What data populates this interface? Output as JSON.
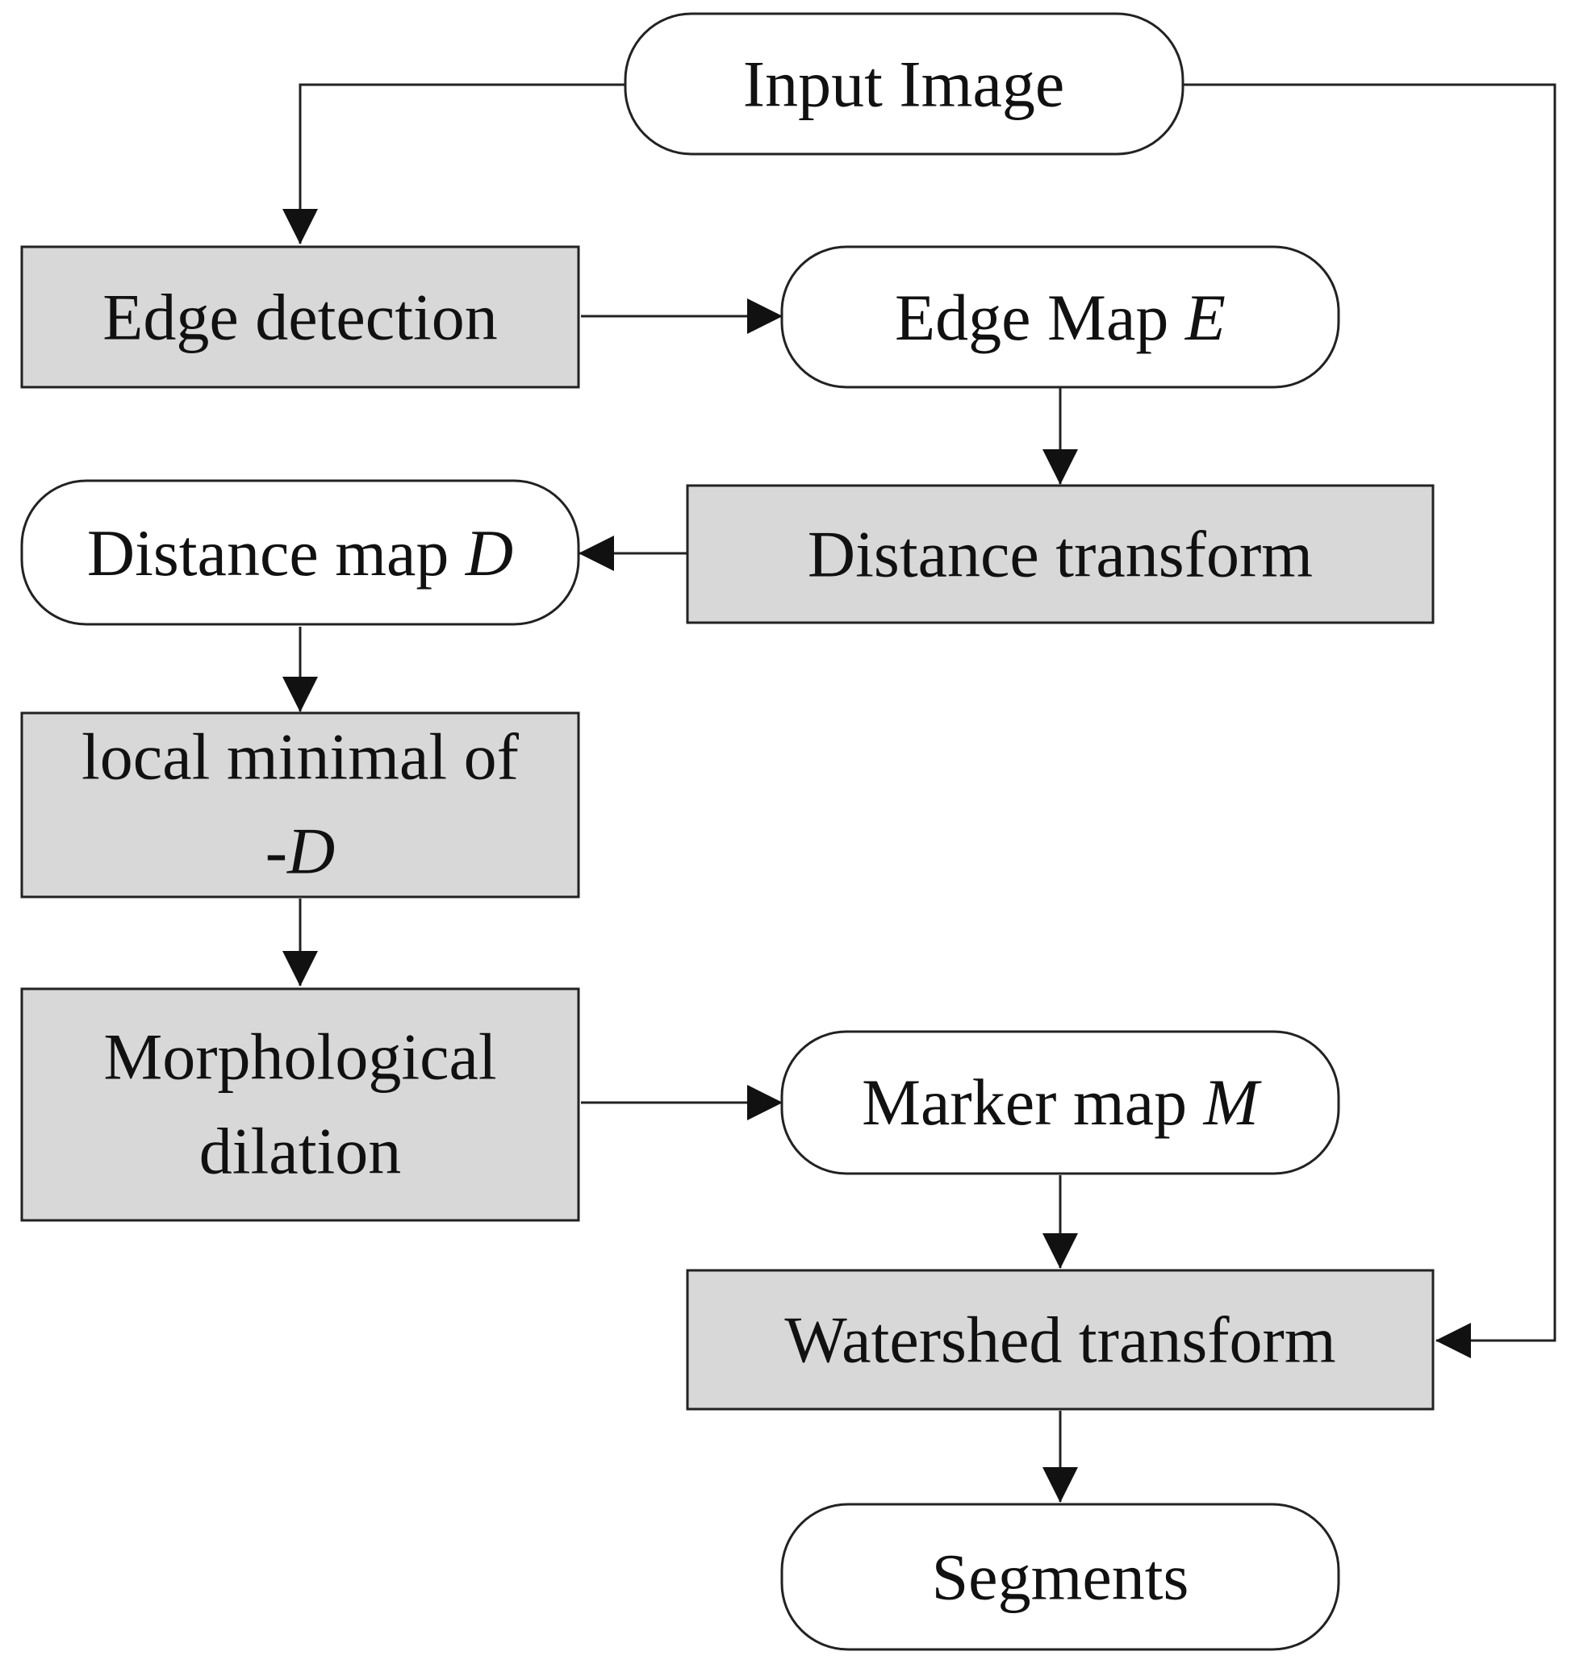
{
  "diagram": {
    "colors": {
      "process_fill": "#d8d8d8",
      "data_fill": "#ffffff",
      "stroke": "#222222"
    },
    "nodes": {
      "input_image": {
        "shape": "rounded",
        "text": "Input Image"
      },
      "edge_detection": {
        "shape": "rect",
        "text": "Edge detection"
      },
      "edge_map": {
        "shape": "rounded",
        "text": "Edge Map ",
        "var": "E"
      },
      "distance_transform": {
        "shape": "rect",
        "text": "Distance transform"
      },
      "distance_map": {
        "shape": "rounded",
        "text": "Distance map ",
        "var": "D"
      },
      "local_minimal": {
        "shape": "rect",
        "line1": "local minimal of",
        "line2": "-D"
      },
      "morphological_dilation": {
        "shape": "rect",
        "line1": "Morphological",
        "line2": "dilation"
      },
      "marker_map": {
        "shape": "rounded",
        "text": "Marker map ",
        "var": "M"
      },
      "watershed_transform": {
        "shape": "rect",
        "text": "Watershed transform"
      },
      "segments": {
        "shape": "rounded",
        "text": "Segments"
      }
    },
    "edges": [
      {
        "from": "input_image",
        "to": "edge_detection"
      },
      {
        "from": "edge_detection",
        "to": "edge_map"
      },
      {
        "from": "edge_map",
        "to": "distance_transform"
      },
      {
        "from": "distance_transform",
        "to": "distance_map"
      },
      {
        "from": "distance_map",
        "to": "local_minimal"
      },
      {
        "from": "local_minimal",
        "to": "morphological_dilation"
      },
      {
        "from": "morphological_dilation",
        "to": "marker_map"
      },
      {
        "from": "marker_map",
        "to": "watershed_transform"
      },
      {
        "from": "input_image",
        "to": "watershed_transform"
      },
      {
        "from": "watershed_transform",
        "to": "segments"
      }
    ]
  }
}
